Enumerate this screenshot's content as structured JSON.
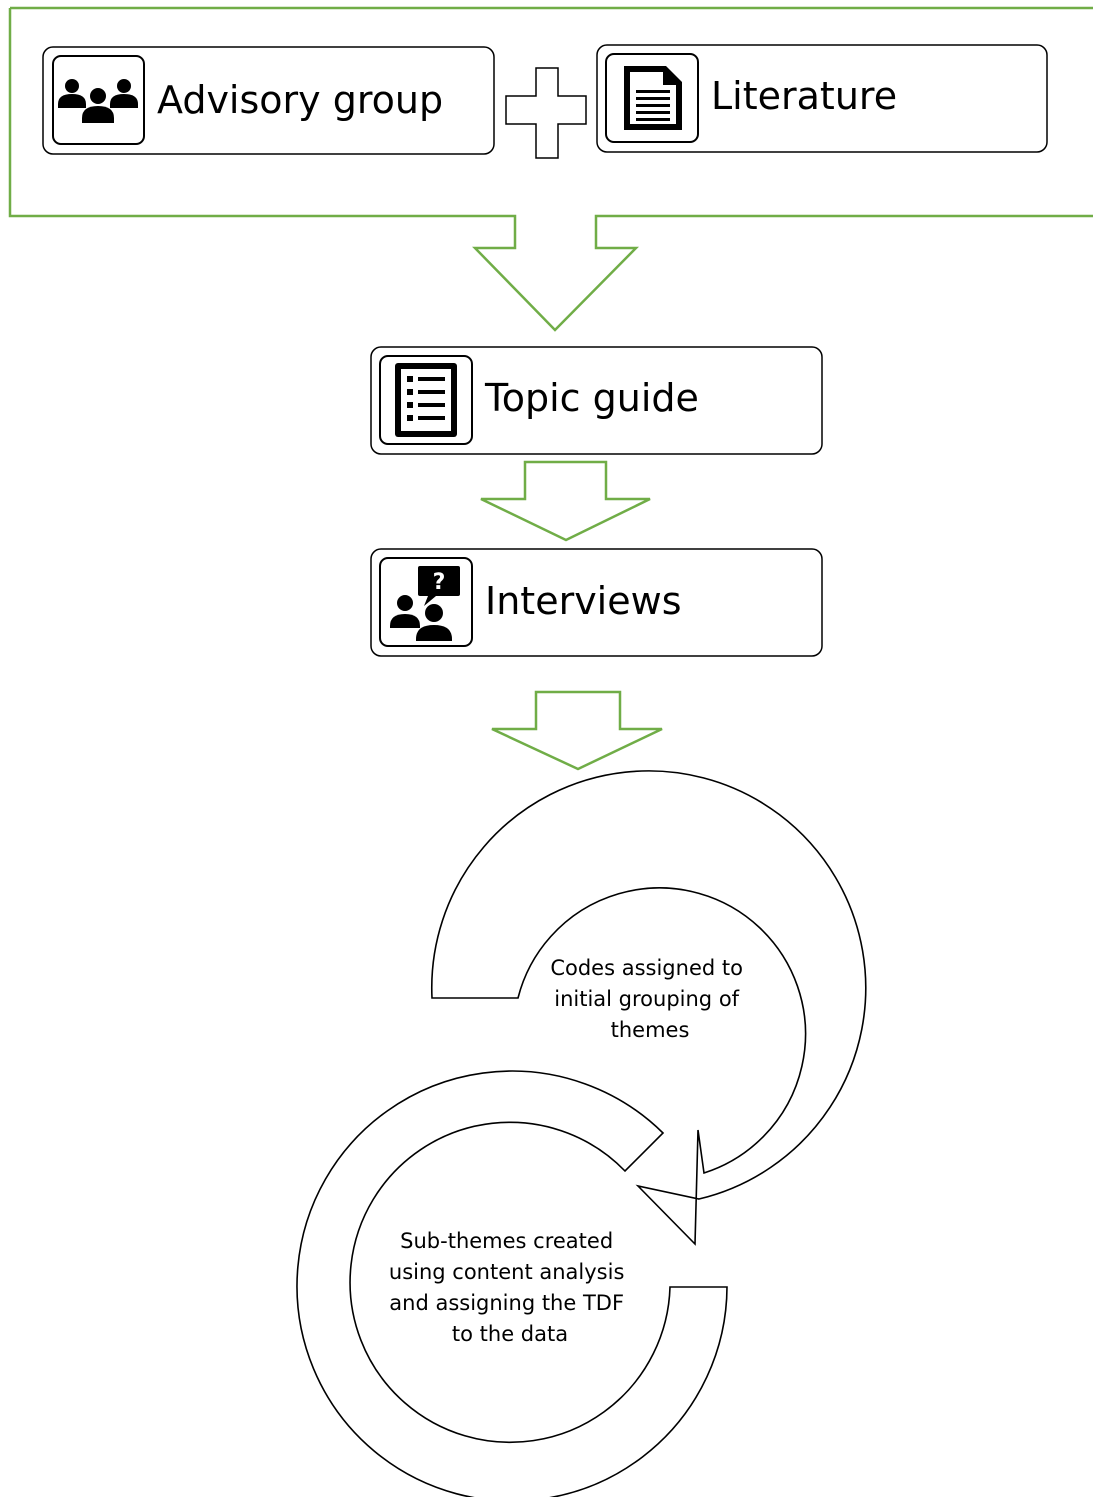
{
  "colors": {
    "accent": "#70ad47",
    "stroke": "#000000",
    "background": "#ffffff"
  },
  "inputs": {
    "advisory_group": {
      "label": "Advisory group",
      "icon": "people-group-icon"
    },
    "literature": {
      "label": "Literature",
      "icon": "document-icon"
    },
    "combine_icon": "plus-icon"
  },
  "steps": {
    "topic_guide": {
      "label": "Topic guide",
      "icon": "checklist-icon"
    },
    "interviews": {
      "label": "Interviews",
      "icon": "interview-question-icon"
    }
  },
  "cycle": {
    "upper": {
      "lines": [
        "Codes assigned to",
        "initial grouping of",
        "themes"
      ]
    },
    "lower": {
      "lines": [
        "Sub-themes created",
        "using content analysis",
        "and assigning the TDF",
        "to the data"
      ]
    }
  }
}
